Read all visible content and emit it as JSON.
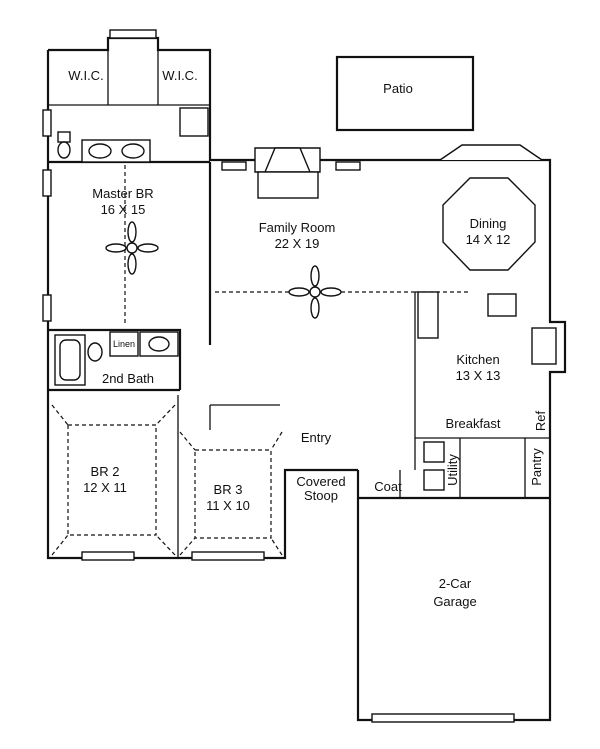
{
  "rooms": {
    "wic_left": "W.I.C.",
    "wic_right": "W.I.C.",
    "patio": "Patio",
    "master_name": "Master BR",
    "master_size": "16 X 15",
    "family_name": "Family Room",
    "family_size": "22 X 19",
    "dining_name": "Dining",
    "dining_size": "14 X 12",
    "linen": "Linen",
    "bath2": "2nd Bath",
    "kitchen_name": "Kitchen",
    "kitchen_size": "13 X 13",
    "breakfast": "Breakfast",
    "ref": "Ref",
    "entry": "Entry",
    "br2_name": "BR 2",
    "br2_size": "12 X 11",
    "br3_name": "BR 3",
    "br3_size": "11 X 10",
    "stoop_line1": "Covered",
    "stoop_line2": "Stoop",
    "coat": "Coat",
    "utility": "Utility",
    "pantry": "Pantry",
    "garage_line1": "2-Car",
    "garage_line2": "Garage"
  }
}
